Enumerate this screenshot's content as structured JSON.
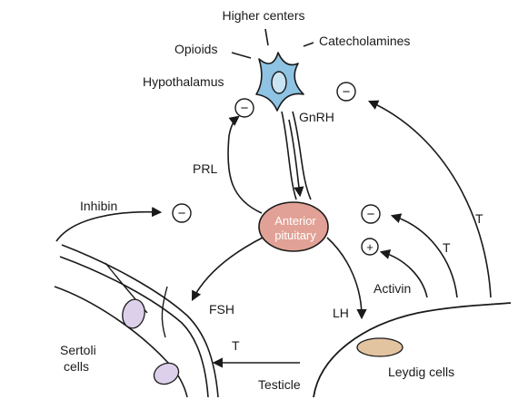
{
  "labels": {
    "higher_centers": "Higher centers",
    "opioids": "Opioids",
    "catecholamines": "Catecholamines",
    "hypothalamus": "Hypothalamus",
    "gnrh": "GnRH",
    "prl": "PRL",
    "inhibin": "Inhibin",
    "anterior_pituitary_line1": "Anterior",
    "anterior_pituitary_line2": "pituitary",
    "fsh": "FSH",
    "lh": "LH",
    "activin": "Activin",
    "t_top": "T",
    "t_mid": "T",
    "t_bottom": "T",
    "sertoli_line1": "Sertoli",
    "sertoli_line2": "cells",
    "leydig": "Leydig cells",
    "testicle": "Testicle"
  },
  "symbols": {
    "minus": "−",
    "plus": "+"
  },
  "colors": {
    "hypothalamus_cell": "#8fc3e3",
    "hypothalamus_nucleus": "#c9e4f3",
    "pituitary": "#e2a196",
    "sertoli_nucleus": "#ddd0ea",
    "leydig_cell": "#e3c4a1",
    "line": "#1a1a1a"
  }
}
